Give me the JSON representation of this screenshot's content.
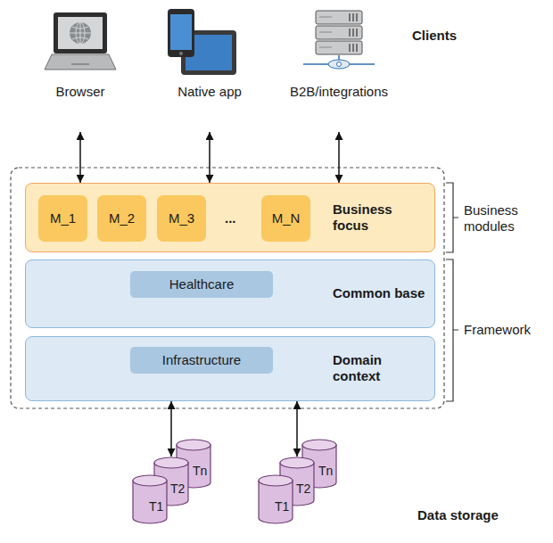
{
  "diagram": {
    "nodes": [
      {
        "text": [
          "Browser"
        ]
      },
      {
        "text": [
          "Native app"
        ]
      },
      {
        "text": [
          "B2B/integrations"
        ]
      },
      {
        "text": [
          "Business focus"
        ]
      },
      {
        "text": [
          "M_1"
        ],
        "in": 3
      },
      {
        "text": [
          "M_2"
        ],
        "in": 3
      },
      {
        "text": [
          "M_3"
        ],
        "in": 3
      },
      {
        "text": [
          "M_N"
        ],
        "in": 3
      },
      {
        "text": [
          "Common base"
        ]
      },
      {
        "text": [
          "Healthcare"
        ],
        "in": 8
      },
      {
        "text": [
          "Domain context"
        ]
      },
      {
        "text": [
          "Infrastructure"
        ],
        "in": 10
      },
      {
        "text": [
          "T1"
        ]
      },
      {
        "text": [
          "T2"
        ]
      },
      {
        "text": [
          "Tn"
        ]
      },
      {
        "text": [
          "T1"
        ]
      },
      {
        "text": [
          "T2"
        ]
      },
      {
        "text": [
          "Tn"
        ]
      }
    ],
    "edges": [
      {
        "from": 0,
        "to": 3,
        "arrow": "both"
      },
      {
        "from": 1,
        "to": 3,
        "arrow": "both"
      },
      {
        "from": 2,
        "to": 3,
        "arrow": "both"
      },
      {
        "from": 10,
        "to": 13,
        "arrow": "both"
      },
      {
        "from": 10,
        "to": 16,
        "arrow": "both"
      }
    ],
    "labels": [
      "Clients",
      "...",
      "Business modules",
      "Framework",
      "Data storage"
    ]
  }
}
